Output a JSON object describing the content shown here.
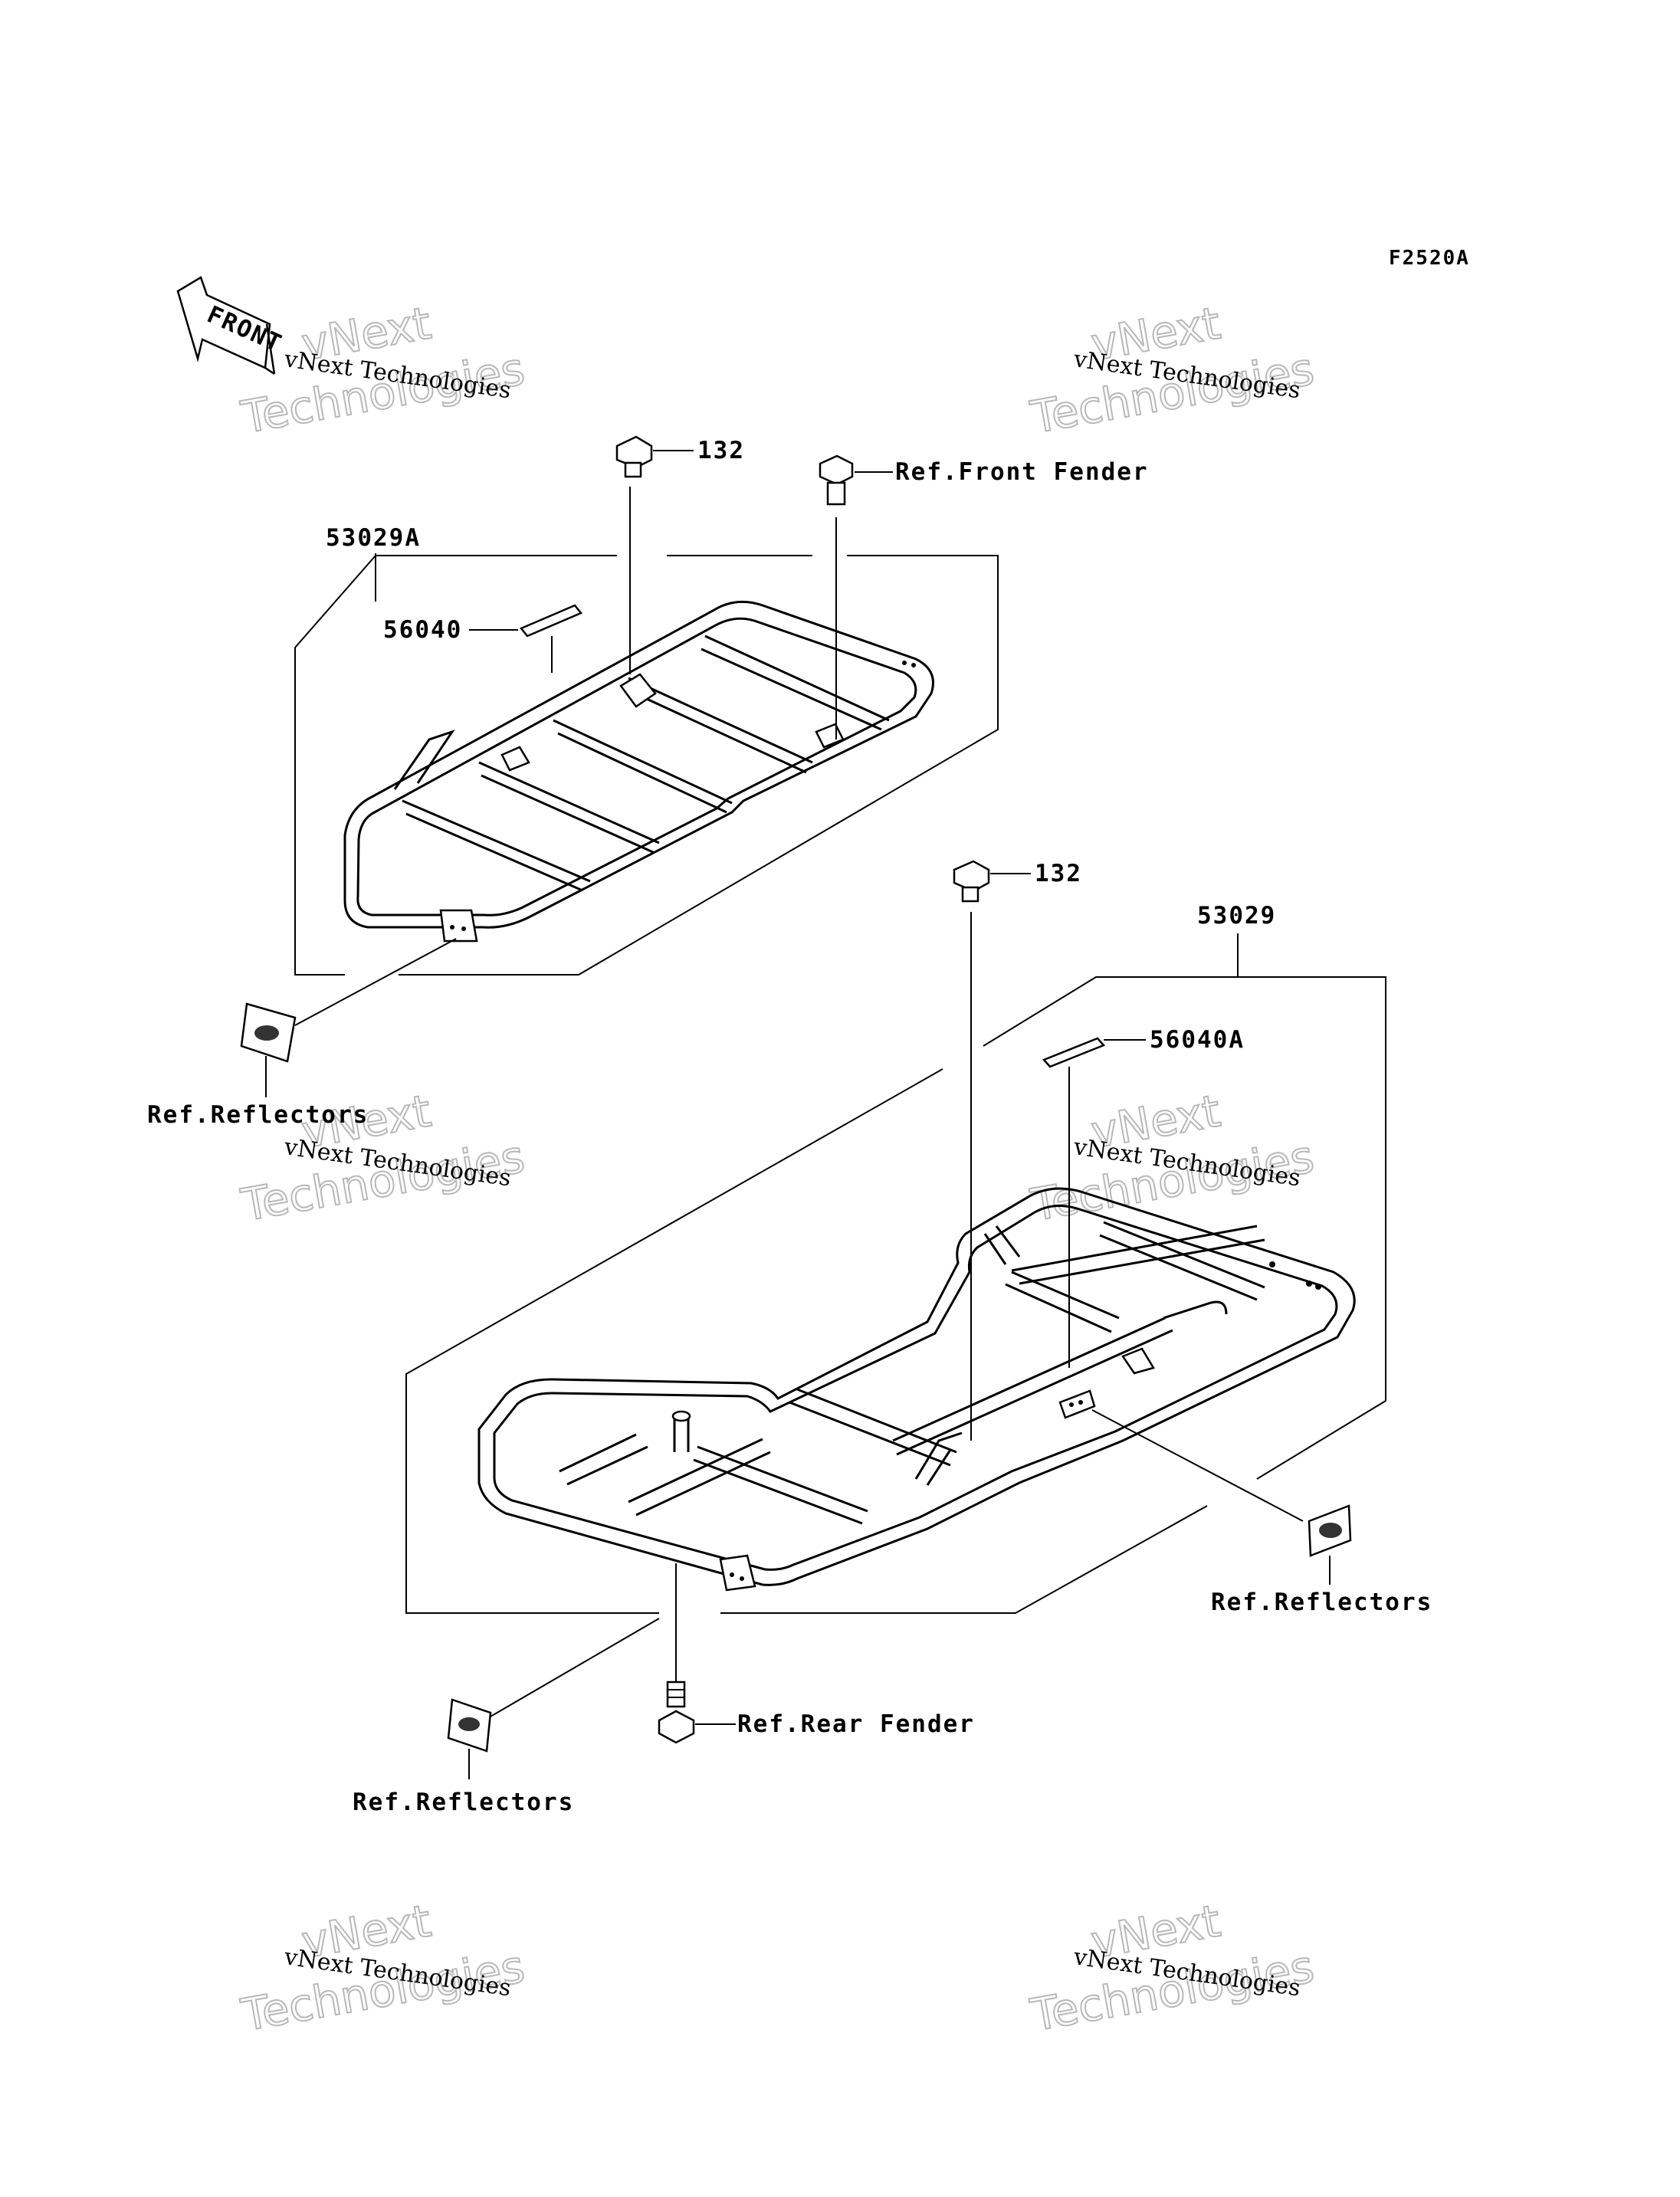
{
  "diagram_code": "F2520A",
  "front_label": "FRONT",
  "watermark": {
    "line_small": "vNext Technologies",
    "big_top": "vNext",
    "big_bottom": "Technologies"
  },
  "callouts": {
    "bolt_top_front": "132",
    "ref_front_fender": "Ref.Front Fender",
    "carrier_front": "53029A",
    "label_front": "56040",
    "ref_reflectors_front": "Ref.Reflectors",
    "bolt_top_rear": "132",
    "carrier_rear": "53029",
    "label_rear": "56040A",
    "ref_reflectors_rear_right": "Ref.Reflectors",
    "ref_rear_fender": "Ref.Rear Fender",
    "ref_reflectors_rear_left": "Ref.Reflectors"
  }
}
